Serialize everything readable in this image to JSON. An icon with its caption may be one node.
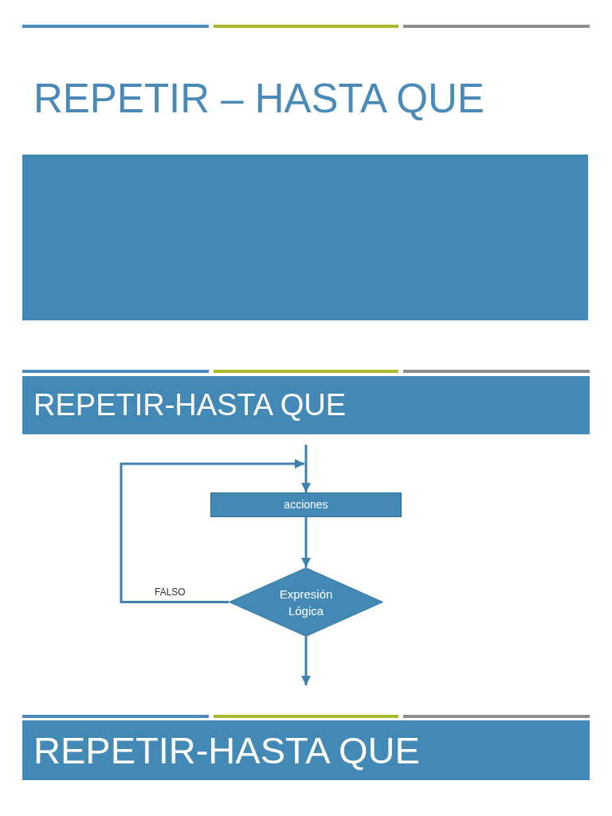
{
  "diagram": {
    "title": "REPETIR – HASTA QUE",
    "nodes": [
      {
        "text": [],
        "shape": "box"
      },
      {
        "text": [
          "REPETIR-HASTA QUE"
        ]
      },
      {
        "text": [
          "acciones"
        ]
      },
      {
        "text": [
          "Expresión Lógica"
        ]
      },
      {
        "text": [
          "REPETIR-HASTA QUE"
        ]
      }
    ],
    "edges": [
      {
        "from": null,
        "to": 2,
        "arrow": "to"
      },
      {
        "from": 2,
        "to": 3,
        "arrow": "to"
      },
      {
        "from": 3,
        "to": 2,
        "arrow": "to",
        "label": "FALSO"
      },
      {
        "from": 3,
        "to": null,
        "arrow": "to"
      }
    ]
  }
}
